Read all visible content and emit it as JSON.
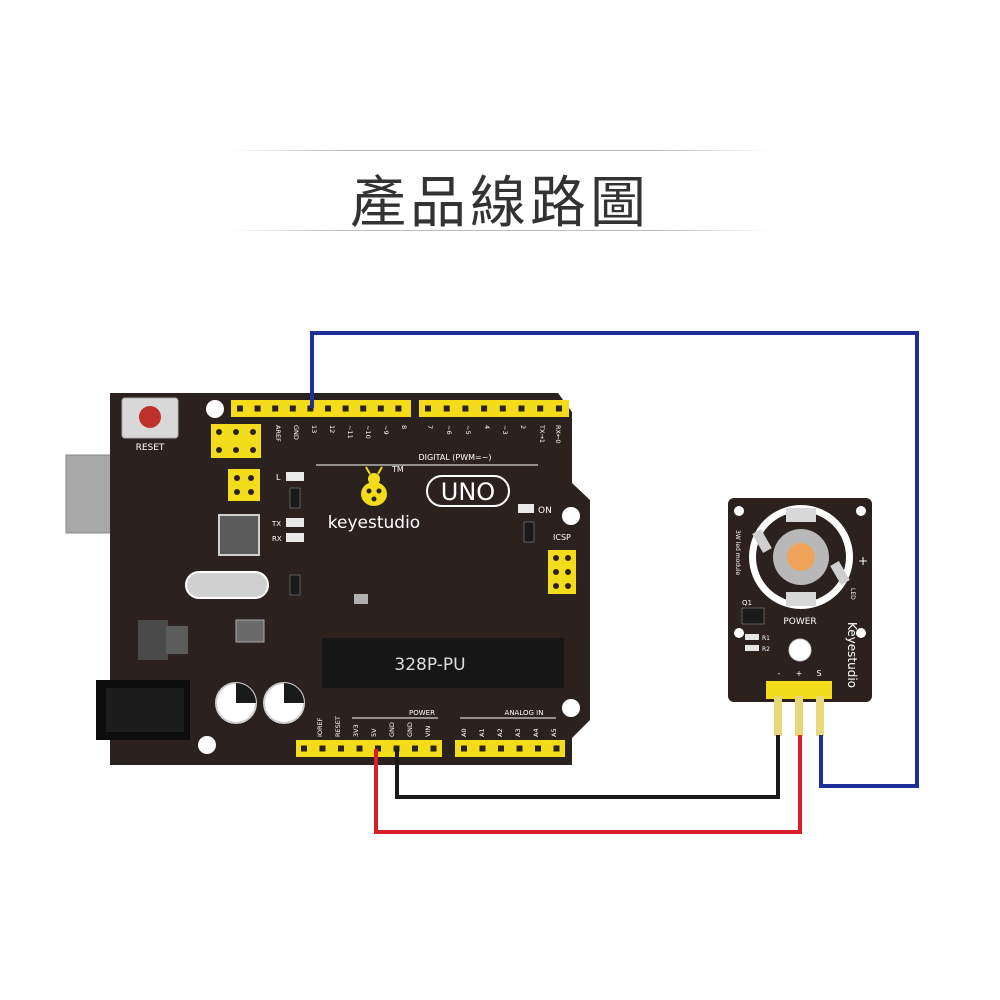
{
  "title": "產品線路圖",
  "board": {
    "reset_label": "RESET",
    "digital_label": "DIGITAL (PWM=~)",
    "brand": "keyestudio",
    "model": "UNO",
    "tm": "TM",
    "chip": "328P-PU",
    "on_label": "ON",
    "icsp_label": "ICSP",
    "l_label": "L",
    "tx_label": "TX",
    "rx_label": "RX",
    "power_label": "POWER",
    "analog_label": "ANALOG IN",
    "top_pins": [
      "AREF",
      "GND",
      "13",
      "12",
      "~11",
      "~10",
      "~9",
      "8",
      "7",
      "~6",
      "~5",
      "4",
      "~3",
      "2",
      "TX→1",
      "RX←0"
    ],
    "power_pins": [
      "IOREF",
      "RESET",
      "3V3",
      "5V",
      "GND",
      "GND",
      "VIN"
    ],
    "analog_pins": [
      "A0",
      "A1",
      "A2",
      "A3",
      "A4",
      "A5"
    ]
  },
  "module": {
    "brand": "Keyestudio",
    "power_label": "POWER",
    "side_text": "3W led module",
    "led_text": "LED",
    "plus": "+",
    "q1": "Q1",
    "r1": "R1",
    "r2": "R2",
    "pin_minus": "-",
    "pin_plus": "+",
    "pin_s": "S"
  },
  "colors": {
    "board": "#2b2220",
    "header": "#f3dc1a",
    "wire_blue": "#1f2f9a",
    "wire_red": "#d81e2a",
    "wire_black": "#1a1a1a",
    "led": "#f0a45a"
  }
}
